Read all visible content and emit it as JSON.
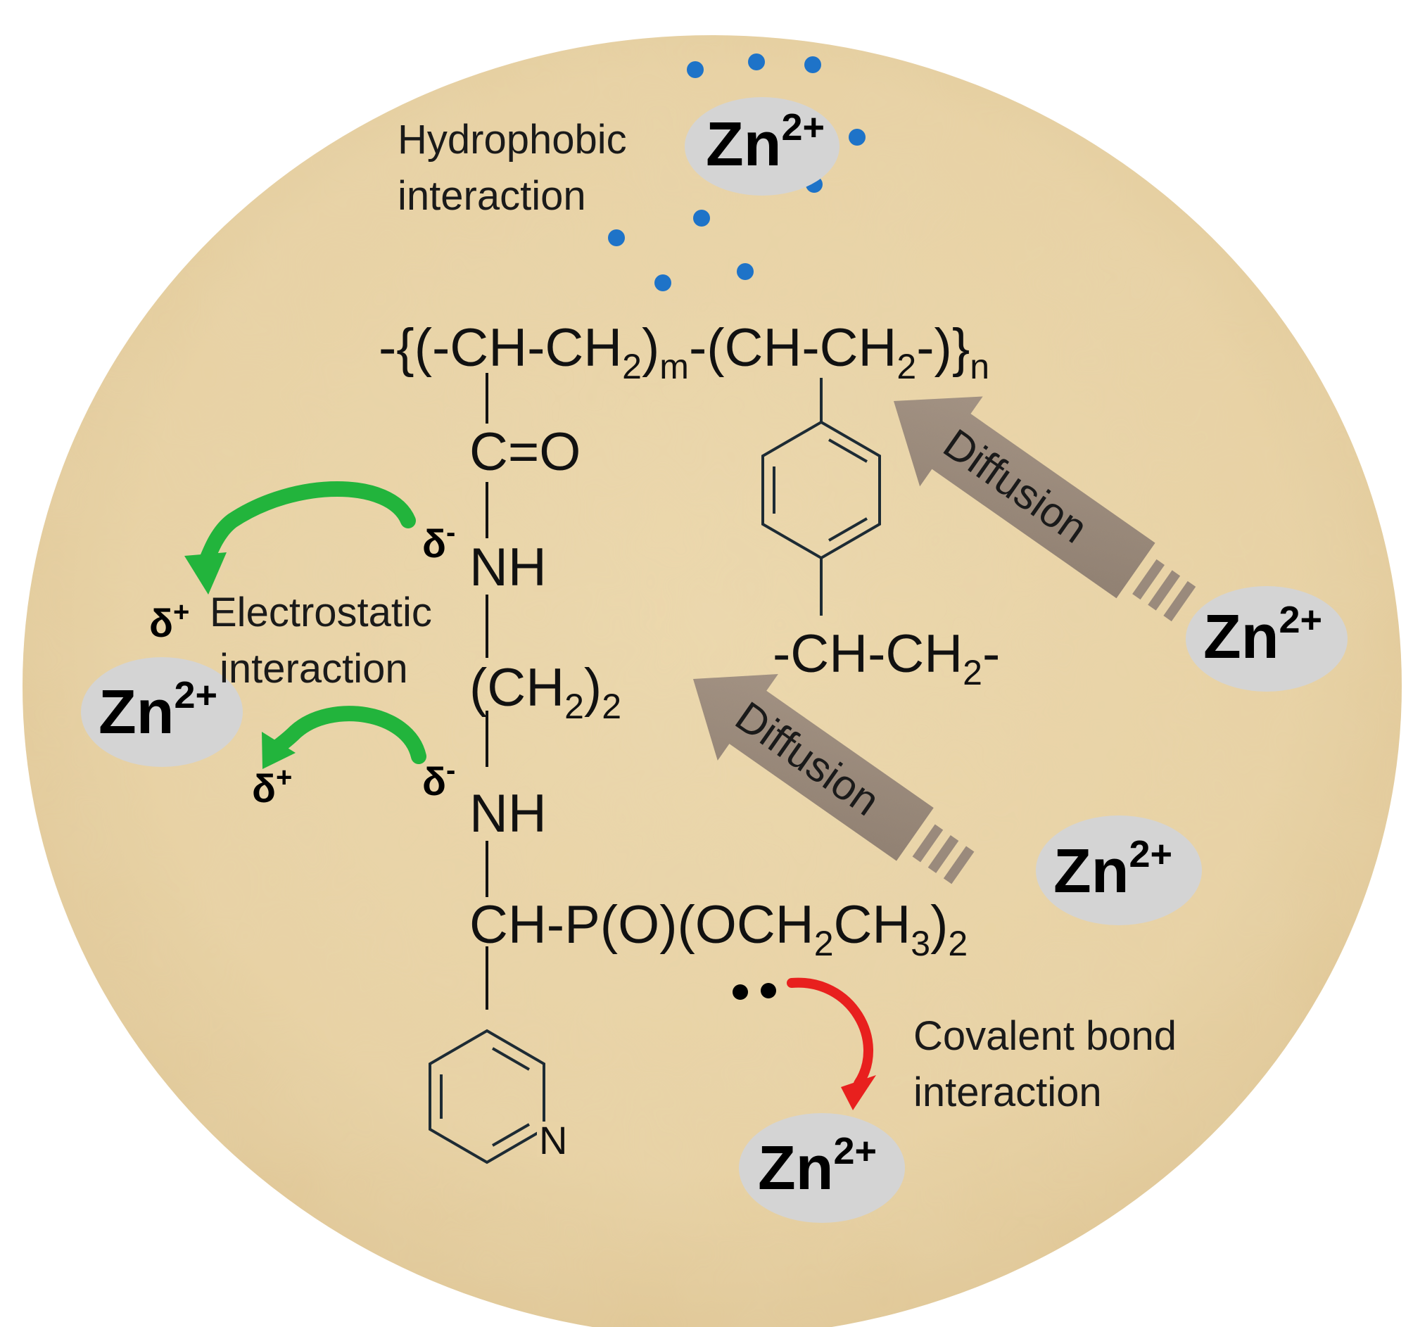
{
  "ion": {
    "symbol": "Zn",
    "charge": "2+"
  },
  "polymer": {
    "backbone": {
      "open": "-{(-CH-CH",
      "sub1": "2",
      "close1": ")",
      "sub_m": "m",
      "mid": "-(CH-CH",
      "sub2": "2",
      "close2": "-)}",
      "sub_n": "n"
    },
    "carbonyl": "C=O",
    "amide_nh": "NH",
    "ethylene": {
      "open": "(CH",
      "sub1": "2",
      "close": ")",
      "sub2": "2"
    },
    "amine_nh": "NH",
    "phosphonate": {
      "part1": "CH-P(O)(OCH",
      "sub1": "2",
      "part2": "CH",
      "sub2": "3",
      "part3": ")",
      "sub3": "2"
    },
    "pyridine_n": "N",
    "styrene_unit": {
      "text": "-CH-CH",
      "sub": "2",
      "end": "-"
    }
  },
  "labels": {
    "hydrophobic_1": "Hydrophobic",
    "hydrophobic_2": "interaction",
    "electrostatic_1": "Electrostatic",
    "electrostatic_2": "interaction",
    "covalent_1": "Covalent bond",
    "covalent_2": "interaction",
    "diffusion": "Diffusion"
  },
  "charges": {
    "partial_negative": "δ",
    "neg_sign": "-",
    "partial_positive": "δ",
    "pos_sign": "+"
  },
  "colors": {
    "background": "#e9d3a6",
    "ion_bubble": "#d4d4d4",
    "water_dot": "#1e73c8",
    "electrostatic_arrow": "#22b43c",
    "covalent_arrow": "#e8201e",
    "diffusion_arrow": "#9a8a7c",
    "ring": "#1d2b34"
  },
  "icons": {
    "diffusion_arrows": "textured-block-arrow",
    "electrostatic_arrows": "curved-arrow-green",
    "covalent_arrow": "curved-arrow-red",
    "lone_pair": "two-dots"
  }
}
